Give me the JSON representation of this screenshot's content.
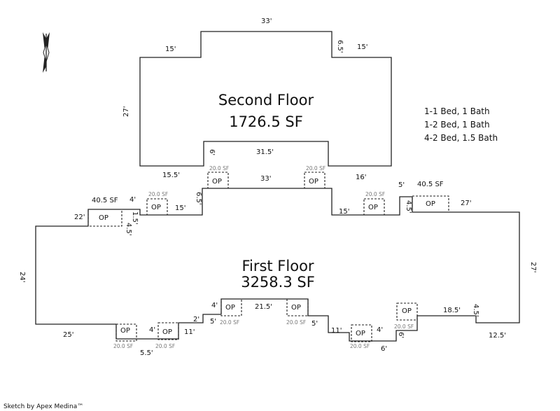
{
  "second_floor": {
    "name": "Second Floor",
    "area": "1726.5 SF",
    "dims": {
      "top": "33'",
      "top_left": "15'",
      "top_right": "15'",
      "notch_right": "6.5'",
      "left": "27'",
      "bottom_left": "15.5'",
      "bottom_notch": "6'",
      "bottom_middle": "31.5'",
      "bottom_right": "16'"
    }
  },
  "first_floor": {
    "name": "First Floor",
    "area": "3258.3 SF",
    "dims": {
      "top_middle": "33'",
      "upper_left_step": "6.5'",
      "upper_left_run": "15'",
      "upper_right_run": "15'",
      "right_step": "4.5'",
      "right_short": "5'",
      "right_run": "27'",
      "right_side": "27'",
      "lower_right_step": "4.5'",
      "lower_right_run": "12.5'",
      "bottom_right_run": "18.5'",
      "bottom_right_step": "6'",
      "bottom_right_short": "6'",
      "bottom_step_4a": "4'",
      "bottom_run_11a": "11'",
      "bottom_step_5a": "5'",
      "bottom_middle": "21.5'",
      "bottom_step_5b": "5'",
      "bottom_step_4b": "4'",
      "bottom_run_11b": "11'",
      "bottom_step_2": "2'",
      "bottom_step_4c": "4'",
      "bottom_left_short": "5.5'",
      "bottom_left": "25'",
      "left_side": "24'",
      "left_run": "22'",
      "left_step_a": "1.5'",
      "left_step_b": "4.5'",
      "left_short": "4'"
    },
    "openings": [
      {
        "label": "OP",
        "area": "20.0 SF"
      },
      {
        "label": "OP",
        "area": "20.0 SF"
      },
      {
        "label": "OP",
        "area": "20.0 SF"
      },
      {
        "label": "OP",
        "area": "20.0 SF"
      },
      {
        "label": "OP",
        "area": "40.5 SF"
      },
      {
        "label": "OP",
        "area": "40.5 SF"
      },
      {
        "label": "OP",
        "area": "20.0 SF"
      },
      {
        "label": "OP",
        "area": "20.0 SF"
      },
      {
        "label": "OP",
        "area": "20.0 SF"
      },
      {
        "label": "OP",
        "area": "20.0 SF"
      },
      {
        "label": "OP",
        "area": "20.0 SF"
      },
      {
        "label": "OP",
        "area": "20.0 SF"
      }
    ]
  },
  "legend": [
    "1-1 Bed, 1 Bath",
    "1-2 Bed, 1 Bath",
    "4-2 Bed, 1.5 Bath"
  ],
  "credit": "Sketch by Apex Medina™",
  "compass_icon": "north-arrow-icon"
}
